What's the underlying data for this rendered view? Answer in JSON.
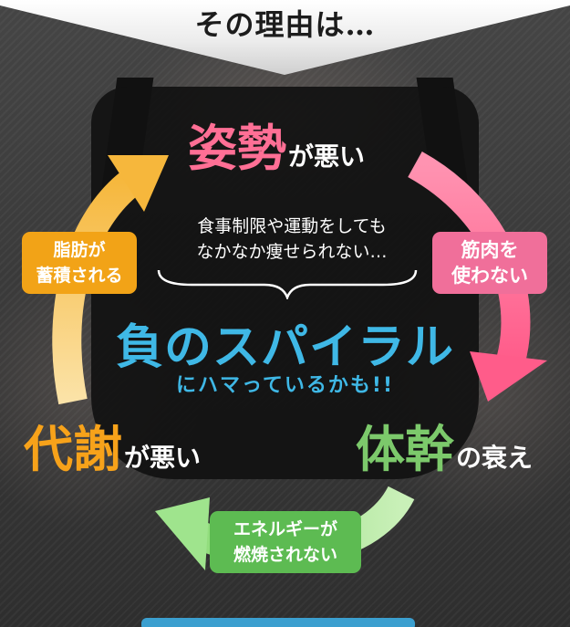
{
  "header": {
    "title": "その理由は…"
  },
  "cycle": {
    "top": {
      "main": "姿勢",
      "suffix": "が悪い"
    },
    "right": {
      "main": "体幹",
      "suffix": "の衰え"
    },
    "left": {
      "main": "代謝",
      "suffix": "が悪い"
    }
  },
  "badges": {
    "right": {
      "line1": "筋肉を",
      "line2": "使わない"
    },
    "left": {
      "line1": "脂肪が",
      "line2": "蓄積される"
    },
    "bottom": {
      "line1": "エネルギーが",
      "line2": "燃焼されない"
    }
  },
  "center": {
    "line1": "食事制限や運動をしても",
    "line2": "なかなか痩せられない…",
    "title": "負のスパイラル",
    "subtitle": "にハマっているかも!!"
  },
  "colors": {
    "pink": "#ff6f95",
    "orange": "#f7a21a",
    "green": "#7cc96b",
    "blue": "#3fb8e6"
  }
}
